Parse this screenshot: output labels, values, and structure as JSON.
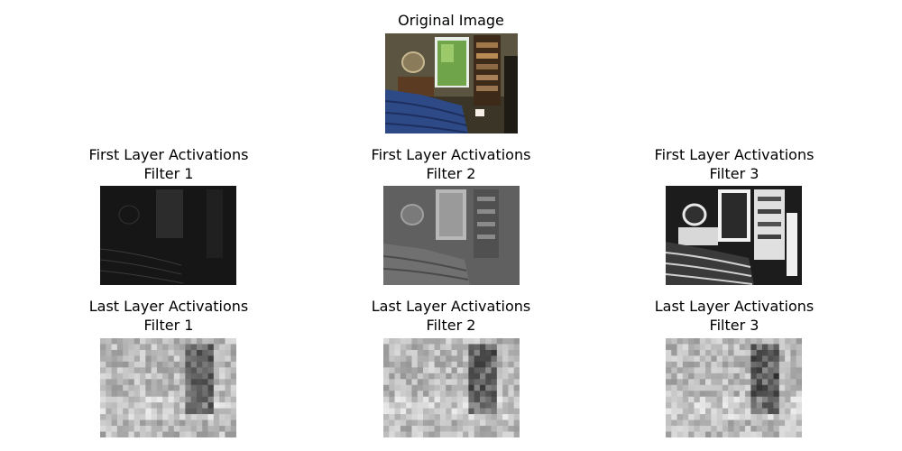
{
  "figure": {
    "original": {
      "title": "Original Image",
      "image_description": "bedroom-photo"
    },
    "first_layer": {
      "title_line1": "First Layer Activations",
      "filters": [
        {
          "label": "Filter 1",
          "style": "dark-edge-map"
        },
        {
          "label": "Filter 2",
          "style": "grayscale-mid"
        },
        {
          "label": "Filter 3",
          "style": "high-contrast"
        }
      ]
    },
    "last_layer": {
      "title_line1": "Last Layer Activations",
      "filters": [
        {
          "label": "Filter 1",
          "style": "coarse-heatmap"
        },
        {
          "label": "Filter 2",
          "style": "coarse-heatmap"
        },
        {
          "label": "Filter 3",
          "style": "coarse-heatmap"
        }
      ]
    }
  }
}
